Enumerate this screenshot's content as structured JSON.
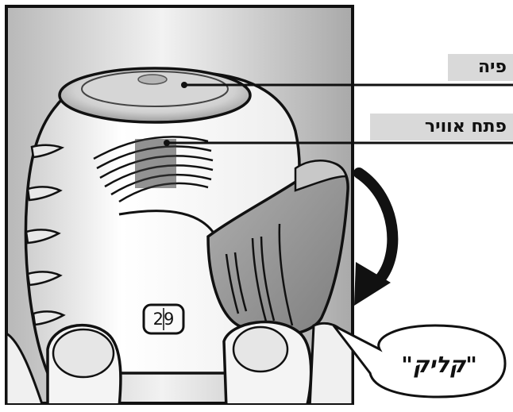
{
  "labels": {
    "mouthpiece": "פיה",
    "air_vent": "פתח אוויר",
    "click_sound": "\"קליק\""
  },
  "dose_counter": "29",
  "icons": {
    "rotation_arrow": "curved-down-arrow-icon"
  },
  "colors": {
    "label_background": "#d9d9d9",
    "outline": "#111111",
    "cap_gray": "#9a9a9a"
  }
}
